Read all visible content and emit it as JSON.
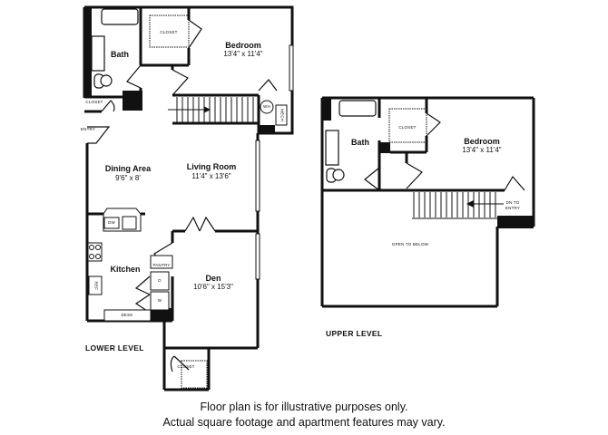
{
  "lower_level": {
    "label": "LOWER LEVEL",
    "rooms": {
      "bath": {
        "name": "Bath"
      },
      "bedroom": {
        "name": "Bedroom",
        "dims": "13'4\" x 11'4\""
      },
      "dining": {
        "name": "Dining Area",
        "dims": "9'6\" x 8'"
      },
      "living": {
        "name": "Living Room",
        "dims": "11'4\" x 13'6\""
      },
      "kitchen": {
        "name": "Kitchen"
      },
      "den": {
        "name": "Den",
        "dims": "10'6\" x 15'3\""
      }
    },
    "fixtures": {
      "closet_bedroom": "CLOSET",
      "closet_entry": "CLOSET",
      "closet_den": "CLOSET",
      "entry": "ENTRY",
      "wh": "WH",
      "mech": "MECH",
      "dw": "DW",
      "ref": "REF",
      "pantry": "PANTRY",
      "dryer": "D",
      "washer": "W",
      "desk": "DESK"
    }
  },
  "upper_level": {
    "label": "UPPER LEVEL",
    "rooms": {
      "bath": {
        "name": "Bath"
      },
      "bedroom": {
        "name": "Bedroom",
        "dims": "13'4\" x 11'4\""
      }
    },
    "fixtures": {
      "closet": "CLOSET",
      "dn_to_entry_1": "DN TO",
      "dn_to_entry_2": "ENTRY",
      "open_to_below": "OPEN TO BELOW"
    }
  },
  "disclaimer": {
    "line1": "Floor plan is for illustrative purposes only.",
    "line2": "Actual square footage and apartment features may vary."
  }
}
